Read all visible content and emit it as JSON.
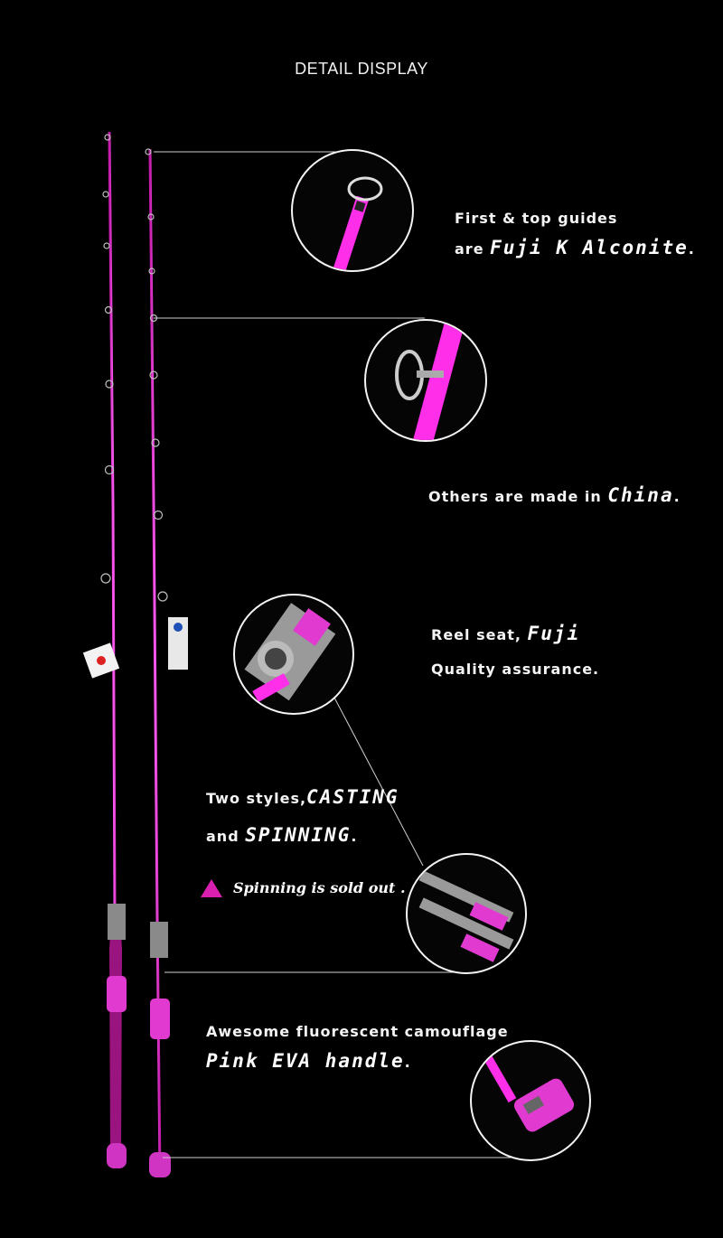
{
  "header": {
    "title": "DETAIL DISPLAY"
  },
  "callouts": {
    "guides": {
      "line1": "First & top guides",
      "line2_prefix": "are ",
      "line2_script": "Fuji K Alconite",
      "line2_suffix": "."
    },
    "others": {
      "prefix": "Others are made in ",
      "script": "China",
      "suffix": "."
    },
    "reel_seat": {
      "line1_prefix": "Reel seat, ",
      "line1_script": "Fuji",
      "line2": "Quality assurance."
    },
    "styles": {
      "line1_prefix": "Two styles,",
      "line1_script": "CASTING",
      "line2_prefix": "and ",
      "line2_script": "SPINNING",
      "line2_suffix": "."
    },
    "sold_out_note": "Spinning is sold out .",
    "handle": {
      "line1": "Awesome fluorescent camouflage",
      "line2_script": "Pink EVA handle",
      "line2_suffix": "."
    }
  },
  "colors": {
    "rod_pink": "#ff3cf0",
    "accent_triangle": "#d81fb0",
    "leader_line": "#cfcfcf",
    "background": "#000000"
  },
  "icons": [
    "guide-ring-icon",
    "warning-triangle-icon"
  ]
}
